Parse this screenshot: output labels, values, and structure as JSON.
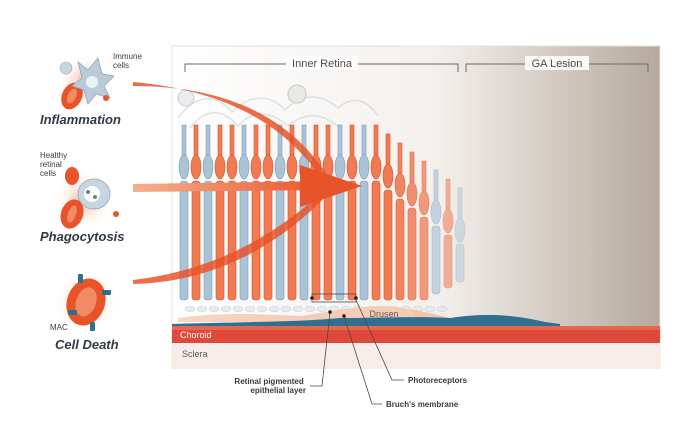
{
  "labels": {
    "inner_retina": "Inner Retina",
    "ga_lesion": "GA Lesion",
    "immune_cells": [
      "Immune",
      "cells"
    ],
    "healthy_cells": [
      "Healthy",
      "retinal",
      "cells"
    ],
    "mac": "MAC",
    "inflammation": "Inflammation",
    "phagocytosis": "Phagocytosis",
    "cell_death": "Cell Death",
    "choroid": "Choroid",
    "sclera": "Sclera",
    "drusen": "Drusen",
    "rpe": [
      "Retinal pigmented",
      "epithelial layer"
    ],
    "photoreceptors": "Photoreceptors",
    "bruchs": "Bruch's membrane"
  },
  "colors": {
    "accent_orange": "#e8542a",
    "cell_orange": "#f07a52",
    "cell_blue": "#aac3d6",
    "choroid_red": "#e0493a",
    "bruch_blue": "#2f6f90",
    "gradient_end": "#b5a99c"
  },
  "icons": [
    "immune-cell-cluster-icon",
    "phagocytosis-cell-icon",
    "mac-cell-death-icon"
  ]
}
